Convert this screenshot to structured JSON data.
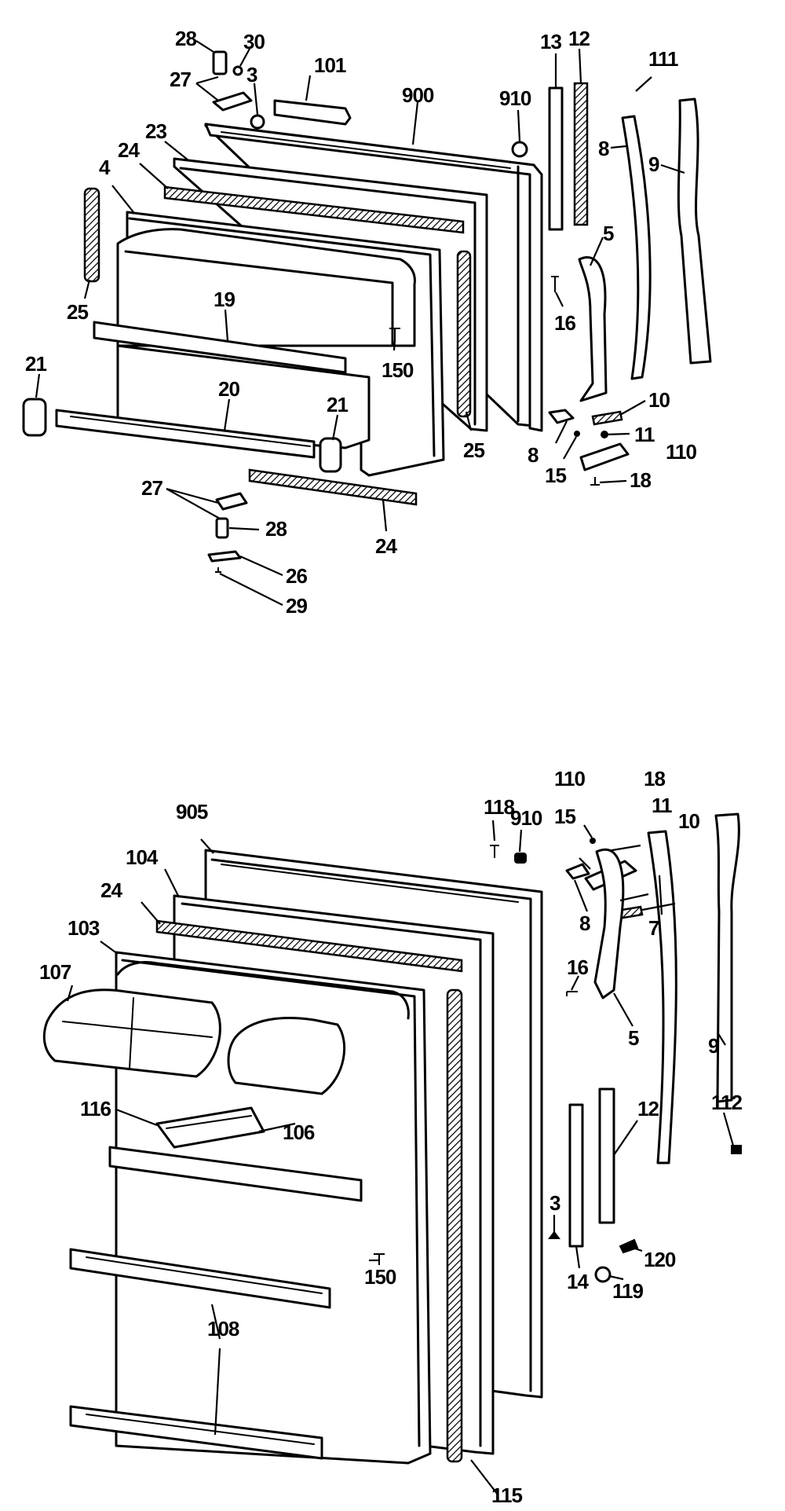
{
  "top_assembly": {
    "callouts": [
      {
        "id": "t28a",
        "text": "28"
      },
      {
        "id": "t30",
        "text": "30"
      },
      {
        "id": "t27a",
        "text": "27"
      },
      {
        "id": "t3",
        "text": "3"
      },
      {
        "id": "t101",
        "text": "101"
      },
      {
        "id": "t900",
        "text": "900"
      },
      {
        "id": "t910",
        "text": "910"
      },
      {
        "id": "t13",
        "text": "13"
      },
      {
        "id": "t12",
        "text": "12"
      },
      {
        "id": "t111",
        "text": "111"
      },
      {
        "id": "t23",
        "text": "23"
      },
      {
        "id": "t24a",
        "text": "24"
      },
      {
        "id": "t4",
        "text": "4"
      },
      {
        "id": "t8a",
        "text": "8"
      },
      {
        "id": "t9",
        "text": "9"
      },
      {
        "id": "t5",
        "text": "5"
      },
      {
        "id": "t16",
        "text": "16"
      },
      {
        "id": "t25a",
        "text": "25"
      },
      {
        "id": "t19",
        "text": "19"
      },
      {
        "id": "t150",
        "text": "150"
      },
      {
        "id": "t21a",
        "text": "21"
      },
      {
        "id": "t20",
        "text": "20"
      },
      {
        "id": "t21b",
        "text": "21"
      },
      {
        "id": "t25b",
        "text": "25"
      },
      {
        "id": "t10",
        "text": "10"
      },
      {
        "id": "t8b",
        "text": "8"
      },
      {
        "id": "t11",
        "text": "11"
      },
      {
        "id": "t110",
        "text": "110"
      },
      {
        "id": "t15",
        "text": "15"
      },
      {
        "id": "t18",
        "text": "18"
      },
      {
        "id": "t27b",
        "text": "27"
      },
      {
        "id": "t28b",
        "text": "28"
      },
      {
        "id": "t24b",
        "text": "24"
      },
      {
        "id": "t26",
        "text": "26"
      },
      {
        "id": "t29",
        "text": "29"
      }
    ]
  },
  "bottom_assembly": {
    "callouts": [
      {
        "id": "b110",
        "text": "110"
      },
      {
        "id": "b18",
        "text": "18"
      },
      {
        "id": "b118",
        "text": "118"
      },
      {
        "id": "b910",
        "text": "910"
      },
      {
        "id": "b905",
        "text": "905"
      },
      {
        "id": "b11",
        "text": "11"
      },
      {
        "id": "b15",
        "text": "15"
      },
      {
        "id": "b10",
        "text": "10"
      },
      {
        "id": "b104",
        "text": "104"
      },
      {
        "id": "b24",
        "text": "24"
      },
      {
        "id": "b8",
        "text": "8"
      },
      {
        "id": "b7",
        "text": "7"
      },
      {
        "id": "b103",
        "text": "103"
      },
      {
        "id": "b107",
        "text": "107"
      },
      {
        "id": "b16",
        "text": "16"
      },
      {
        "id": "b5",
        "text": "5"
      },
      {
        "id": "b9",
        "text": "9"
      },
      {
        "id": "b116",
        "text": "116"
      },
      {
        "id": "b106",
        "text": "106"
      },
      {
        "id": "b12",
        "text": "12"
      },
      {
        "id": "b112",
        "text": "112"
      },
      {
        "id": "b3",
        "text": "3"
      },
      {
        "id": "b120",
        "text": "120"
      },
      {
        "id": "b14",
        "text": "14"
      },
      {
        "id": "b119",
        "text": "119"
      },
      {
        "id": "b150",
        "text": "150"
      },
      {
        "id": "b108",
        "text": "108"
      },
      {
        "id": "b115",
        "text": "115"
      }
    ]
  }
}
